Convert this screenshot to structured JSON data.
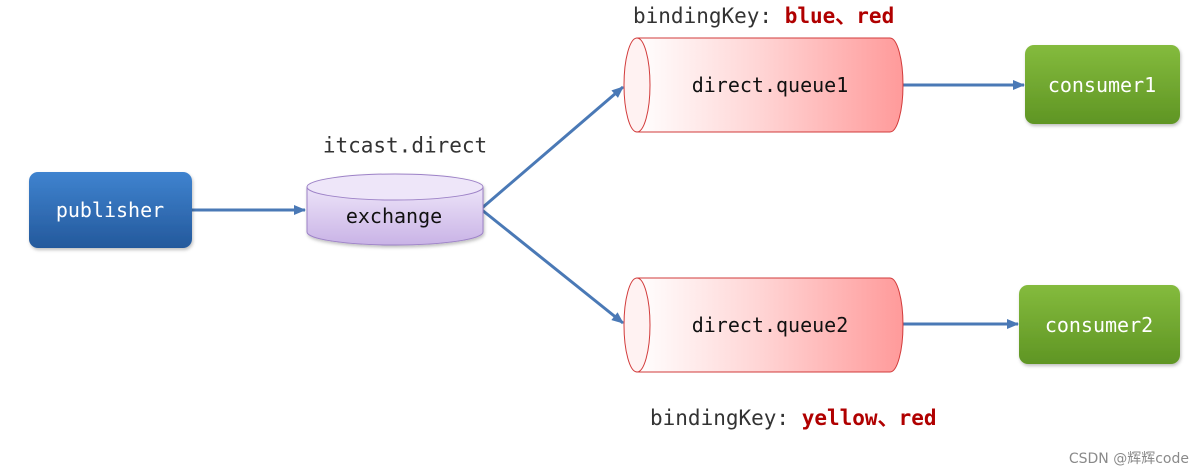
{
  "diagram": {
    "publisher": "publisher",
    "exchange_name": "itcast.direct",
    "exchange": "exchange",
    "queue1": "direct.queue1",
    "queue2": "direct.queue2",
    "consumer1": "consumer1",
    "consumer2": "consumer2",
    "binding1": {
      "label": "bindingKey: ",
      "value": "blue、red"
    },
    "binding2": {
      "label": "bindingKey: ",
      "value": "yellow、red"
    }
  },
  "watermark": "CSDN @辉辉code",
  "colors": {
    "publisher": "#2f6db5",
    "consumer": "#6fa52c",
    "exchange": "#d8c8ee",
    "queue": "#ff9e9e",
    "arrow": "#4a79b6",
    "binding_value": "#b00000"
  }
}
